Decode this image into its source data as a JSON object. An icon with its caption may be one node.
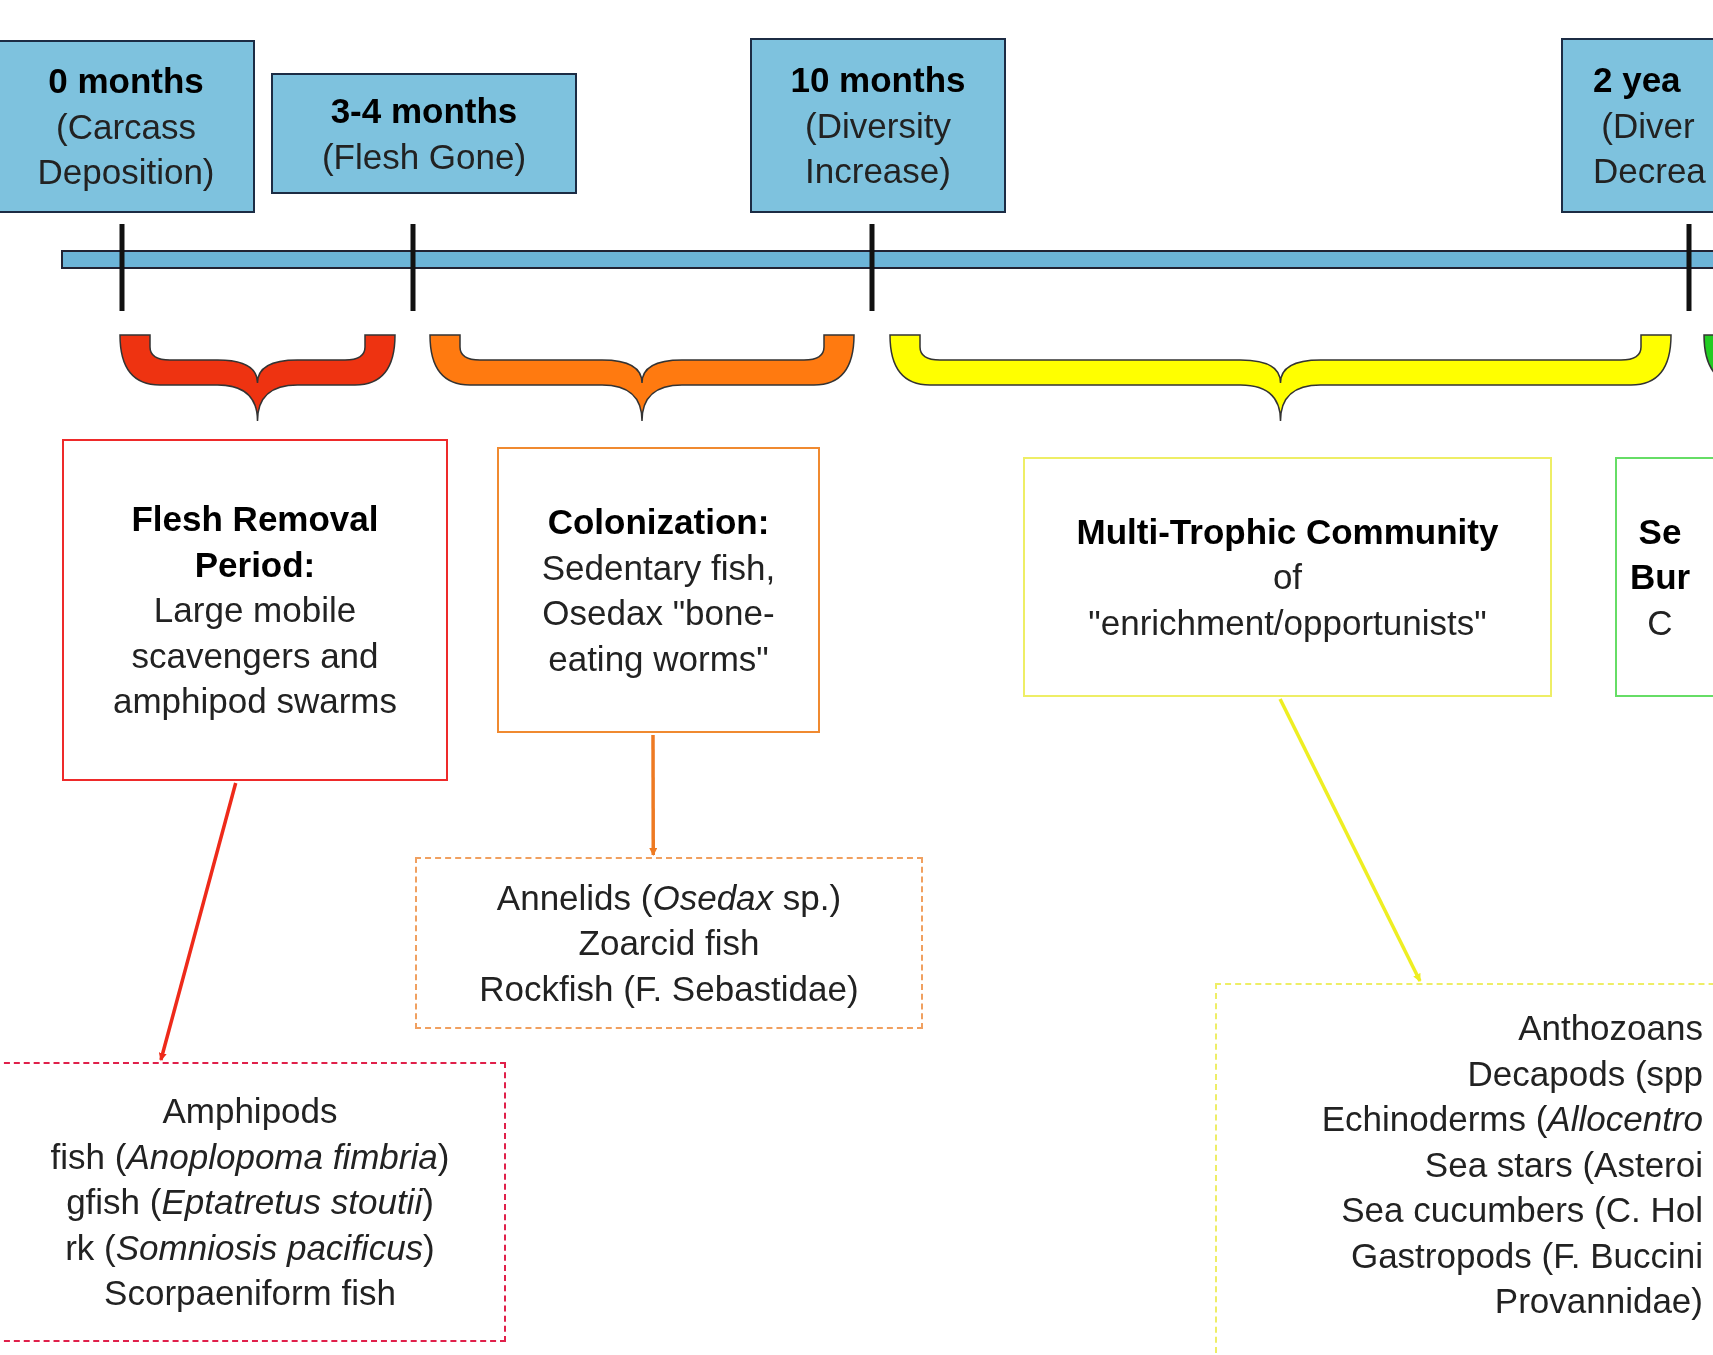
{
  "diagram": {
    "nodes": [
      {
        "text": [
          "0 months",
          "(Carcass Deposition)"
        ]
      },
      {
        "text": [
          "3-4 months",
          "(Flesh Gone)"
        ]
      },
      {
        "text": [
          "10 months",
          "(Diversity Increase)"
        ]
      },
      {
        "text": [
          "2 yea",
          "(Diver Decrea"
        ]
      },
      {
        "text": [
          "Flesh Removal Period:",
          "Large mobile scavengers and amphipod swarms"
        ]
      },
      {
        "text": [
          "Colonization:",
          "Sedentary fish, Osedax \"bone-eating worms\""
        ]
      },
      {
        "text": [
          "Multi-Trophic Community",
          "of",
          "\"enrichment/opportunists\""
        ]
      },
      {
        "text": [
          "Se Bur",
          "C"
        ]
      },
      {
        "text": [
          "Amphipods",
          "fish (*Anoplopoma fimbria*)",
          "gfish (*Eptatretus stoutii*)",
          "rk (*Somniosis pacificus*)",
          "Scorpaeniform fish"
        ]
      },
      {
        "text": [
          "Annelids (*Osedax* sp.)",
          "Zoarcid fish",
          "Rockfish (F. Sebastidae)"
        ]
      },
      {
        "text": [
          "Anthozoans",
          "Decapods (spp",
          "Echinoderms (*Allocentro*",
          "Sea stars (Asteroi",
          "Sea cucumbers (C. Hol",
          "Gastropods (F. Buccini",
          "Provannidae)"
        ]
      }
    ],
    "edges": [
      {
        "from": 4,
        "to": 8,
        "arrow": "to",
        "color": "#ee2a1a"
      },
      {
        "from": 5,
        "to": 9,
        "arrow": "to",
        "color": "#ee7a22"
      },
      {
        "from": 6,
        "to": 10,
        "arrow": "to",
        "color": "#eeee22"
      }
    ]
  }
}
